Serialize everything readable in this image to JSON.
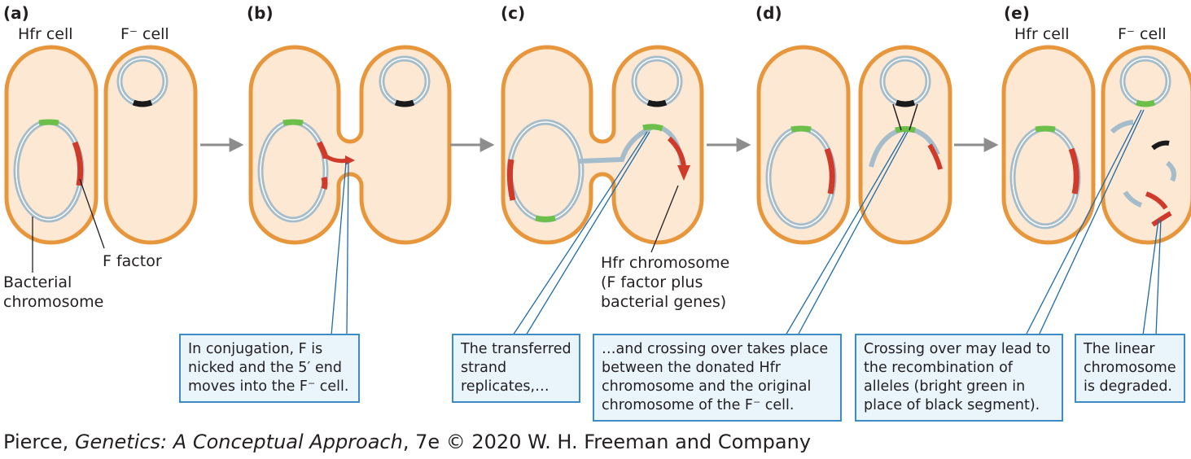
{
  "panels": [
    "(a)",
    "(b)",
    "(c)",
    "(d)",
    "(e)"
  ],
  "cell_labels": {
    "hfr_cell": "Hfr cell",
    "f_minus_cell": "F⁻ cell"
  },
  "labels": {
    "f_factor": "F factor",
    "bacterial_chromosome": [
      "Bacterial",
      "chromosome"
    ],
    "hfr_chromosome": [
      "Hfr chromosome",
      "(F factor plus",
      "bacterial genes)"
    ]
  },
  "callouts": {
    "b": [
      "In conjugation, F is",
      "nicked and the 5′ end",
      "moves into the F⁻ cell."
    ],
    "c": [
      "The transferred",
      "strand",
      "replicates,…"
    ],
    "d": [
      "…and crossing over takes place",
      "between the donated Hfr",
      "chromosome and the original",
      "chromosome of the F⁻ cell."
    ],
    "e1": [
      "Crossing over may lead to",
      "the recombination of",
      "alleles (bright green in",
      "place of black segment)."
    ],
    "e2": [
      "The linear",
      "chromosome",
      "is degraded."
    ]
  },
  "credit": {
    "author": "Pierce, ",
    "title": "Genetics: A Conceptual Approach",
    "rest": ", 7e © 2020 W. H. Freeman and Company"
  },
  "colors": {
    "cell_fill": "#fde8d4",
    "cell_outline": "#e8963c",
    "chromosome": "#a5bccb",
    "f_factor_red": "#d03a2a",
    "green_segment": "#6cc04a",
    "black_segment": "#1a1a1a",
    "arrow_gray": "#8d8d8d",
    "callout_line": "#1e6ba8",
    "callout_fill": "#e9f4fb"
  }
}
